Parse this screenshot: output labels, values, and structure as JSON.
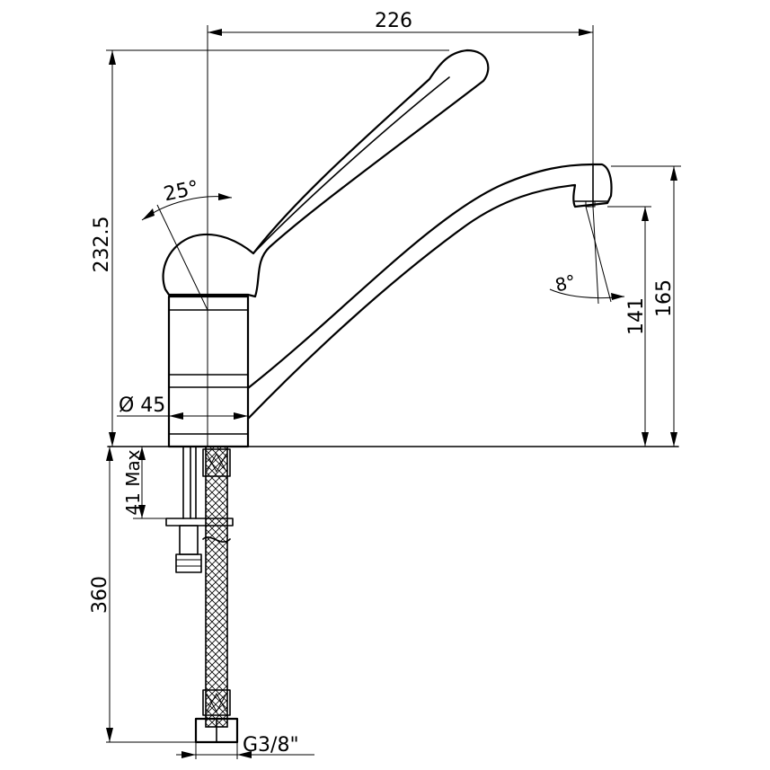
{
  "dimensions": {
    "width_top": "226",
    "height_total": "232.5",
    "handle_angle": "25°",
    "spout_angle": "8°",
    "spout_height_inner": "141",
    "spout_height_outer": "165",
    "body_diameter": "Ø 45",
    "counter_thickness": "41 Max",
    "hose_length": "360",
    "thread": "G3/8\""
  }
}
